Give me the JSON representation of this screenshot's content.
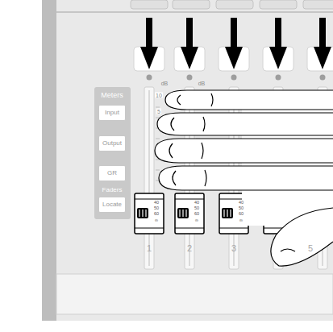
{
  "diagram": {
    "nodes": [
      {
        "text": [
          "Input"
        ]
      },
      {
        "text": [
          "Output"
        ]
      },
      {
        "text": [
          "GR"
        ]
      },
      {
        "text": [
          "Locate"
        ]
      }
    ],
    "labels": [
      "Meters",
      "Faders",
      "dB",
      "10",
      "5",
      "dB",
      "40",
      "50",
      "60",
      "∞",
      "40",
      "50",
      "60",
      "∞",
      "40",
      "50",
      "60",
      "∞",
      "1",
      "2",
      "3",
      "5"
    ]
  }
}
